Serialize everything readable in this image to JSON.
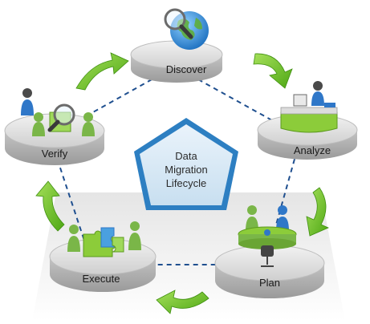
{
  "diagram": {
    "center_lines": [
      "Data",
      "Migration",
      "Lifecycle"
    ],
    "stages": [
      {
        "id": "discover",
        "label": "Discover",
        "icon": "globe-magnifier-icon"
      },
      {
        "id": "analyze",
        "label": "Analyze",
        "icon": "person-at-desk-icon"
      },
      {
        "id": "plan",
        "label": "Plan",
        "icon": "meeting-table-icon"
      },
      {
        "id": "execute",
        "label": "Execute",
        "icon": "puzzle-team-icon"
      },
      {
        "id": "verify",
        "label": "Verify",
        "icon": "magnifier-team-icon"
      }
    ],
    "colors": {
      "pedestal": "#d9d9d9",
      "arrow_green": "#6cc31f",
      "pentagon_border": "#2d7fc2",
      "dashed_line": "#1f4f8f",
      "figure_green": "#7ab648",
      "figure_blue": "#2f77c8"
    }
  }
}
